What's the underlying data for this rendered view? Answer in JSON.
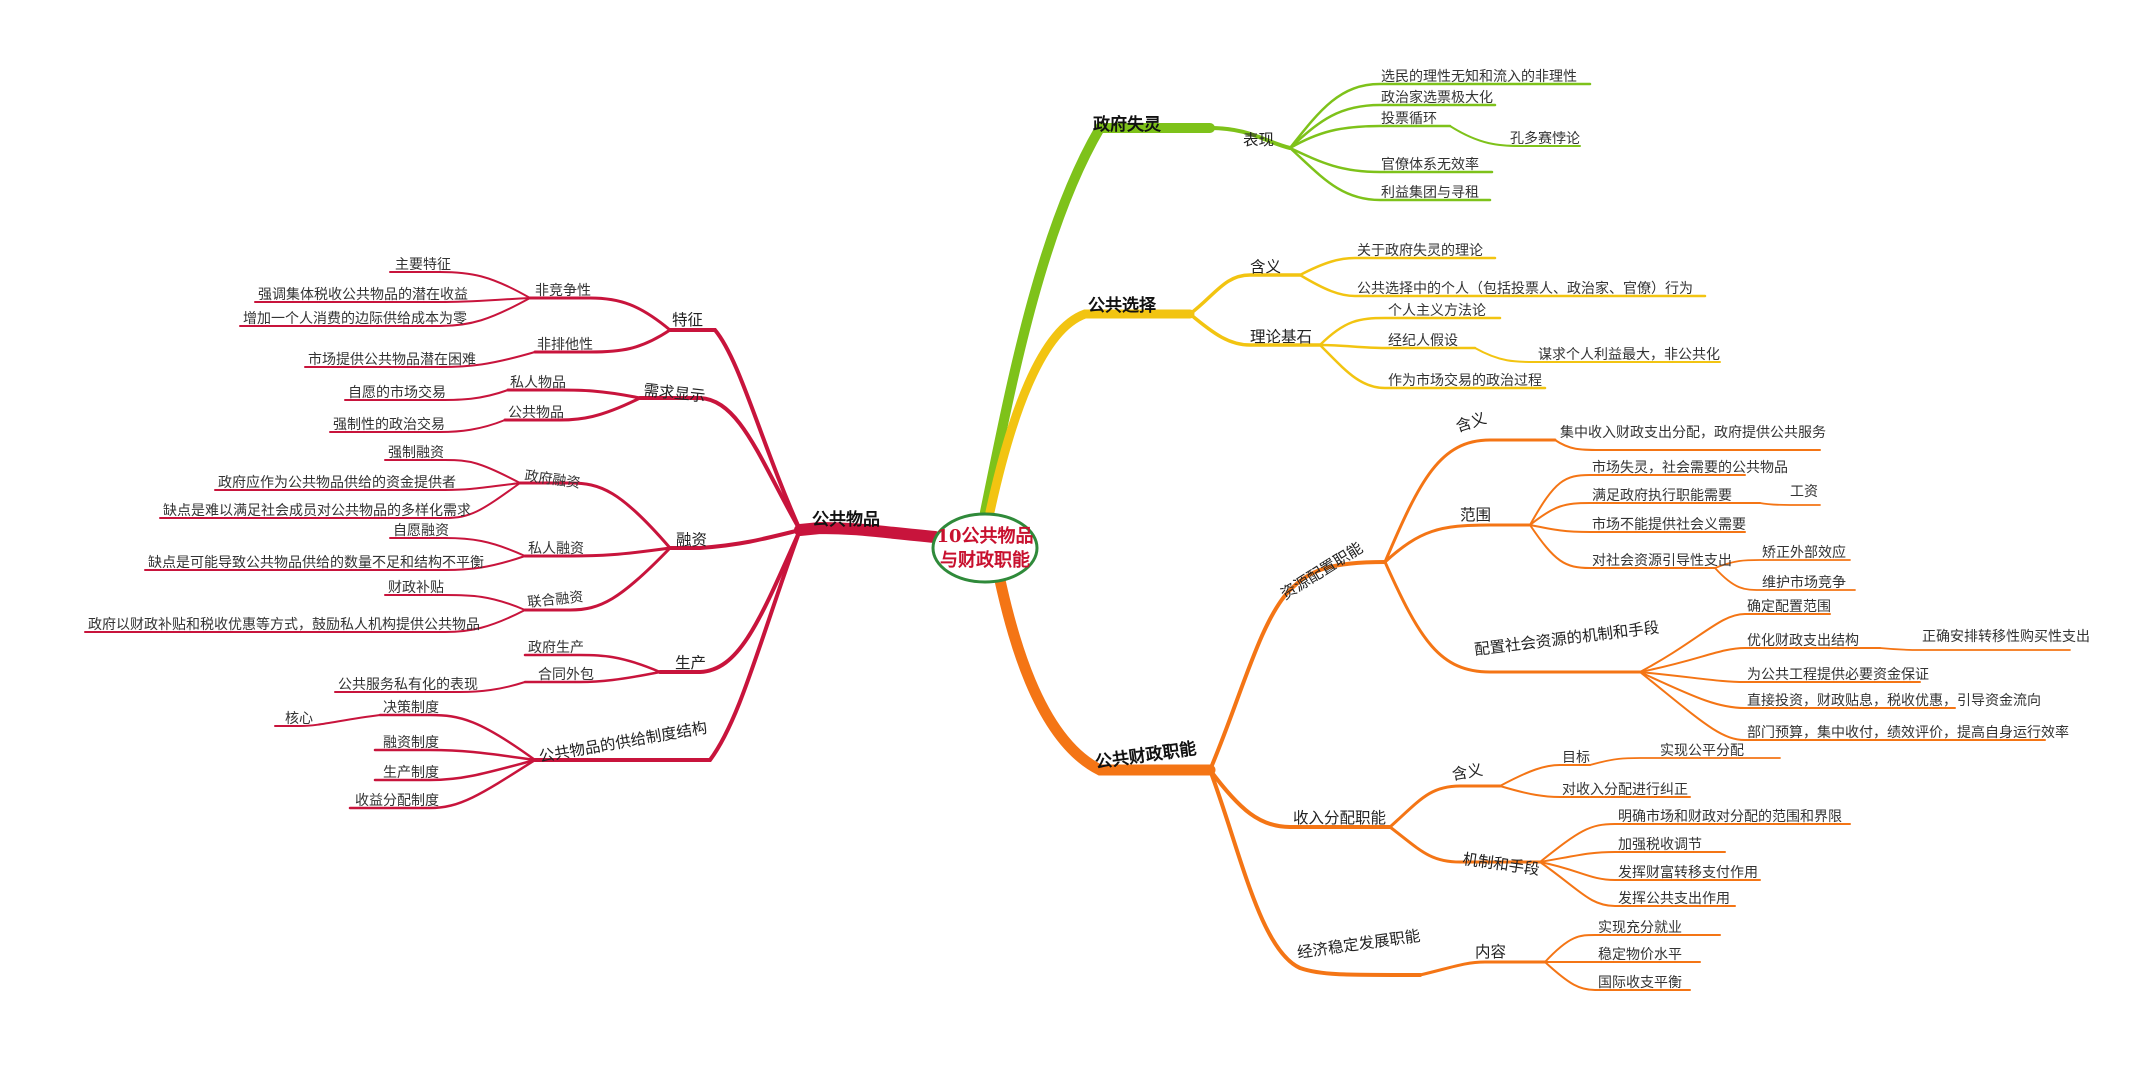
{
  "center": {
    "line1": "10公共物品",
    "line2": "与财政职能"
  },
  "branch_colors": {
    "gov_failure": "#7ec21a",
    "public_choice": "#f2c411",
    "fiscal": "#f47515",
    "public_goods": "#c8143c"
  },
  "gov_failure": {
    "title": "政府失灵",
    "manifest": "表现",
    "items": [
      "选民的理性无知和流入的非理性",
      "政治家选票极大化",
      "投票循环",
      "孔多赛悖论",
      "官僚体系无效率",
      "利益集团与寻租"
    ]
  },
  "public_choice": {
    "title": "公共选择",
    "meaning": "含义",
    "meaning_items": [
      "关于政府失灵的理论",
      "公共选择中的个人（包括投票人、政治家、官僚）行为"
    ],
    "basis": "理论基石",
    "basis_items": [
      "个人主义方法论",
      "经纪人假设",
      "谋求个人利益最大，非公共化",
      "作为市场交易的政治过程"
    ]
  },
  "fiscal": {
    "title": "公共财政职能",
    "resource": {
      "title": "资源配置职能",
      "meaning": "含义",
      "meaning_text": "集中收入财政支出分配，政府提供公共服务",
      "scope": "范围",
      "scope_items": [
        "市场失灵，社会需要的公共物品",
        "满足政府执行职能需要",
        "工资",
        "市场不能提供社会义需要",
        "对社会资源引导性支出",
        "矫正外部效应",
        "维护市场竞争"
      ],
      "mech": "配置社会资源的机制和手段",
      "mech_items": [
        "确定配置范围",
        "优化财政支出结构",
        "正确安排转移性购买性支出",
        "为公共工程提供必要资金保证",
        "直接投资，财政贴息，税收优惠，引导资金流向",
        "部门预算，集中收付，绩效评价，提高自身运行效率"
      ]
    },
    "income": {
      "title": "收入分配职能",
      "meaning": "含义",
      "goal": "目标",
      "goal_text": "实现公平分配",
      "correct": "对收入分配进行纠正",
      "mech": "机制和手段",
      "mech_items": [
        "明确市场和财政对分配的范围和界限",
        "加强税收调节",
        "发挥财富转移支付作用",
        "发挥公共支出作用"
      ]
    },
    "stability": {
      "title": "经济稳定发展职能",
      "content": "内容",
      "items": [
        "实现充分就业",
        "稳定物价水平",
        "国际收支平衡"
      ]
    }
  },
  "public_goods": {
    "title": "公共物品",
    "features": {
      "title": "特征",
      "nonrival": "非竞争性",
      "nonrival_items": [
        "主要特征",
        "强调集体税收公共物品的潜在收益",
        "增加一个人消费的边际供给成本为零"
      ],
      "nonexcl": "非排他性",
      "nonexcl_items": [
        "市场提供公共物品潜在困难"
      ]
    },
    "demand": {
      "title": "需求显示",
      "private": "私人物品",
      "private_item": "自愿的市场交易",
      "public": "公共物品",
      "public_item": "强制性的政治交易"
    },
    "finance": {
      "title": "融资",
      "gov": "政府融资",
      "gov_items": [
        "强制融资",
        "政府应作为公共物品供给的资金提供者",
        "缺点是难以满足社会成员对公共物品的多样化需求"
      ],
      "priv": "私人融资",
      "priv_items": [
        "自愿融资",
        "缺点是可能导致公共物品供给的数量不足和结构不平衡"
      ],
      "joint": "联合融资",
      "joint_items": [
        "财政补贴",
        "政府以财政补贴和税收优惠等方式，鼓励私人机构提供公共物品"
      ]
    },
    "production": {
      "title": "生产",
      "items": [
        "政府生产",
        "合同外包",
        "公共服务私有化的表现"
      ]
    },
    "supply": {
      "title": "公共物品的供给制度结构",
      "items": [
        "决策制度",
        "核心",
        "融资制度",
        "生产制度",
        "收益分配制度"
      ]
    }
  }
}
